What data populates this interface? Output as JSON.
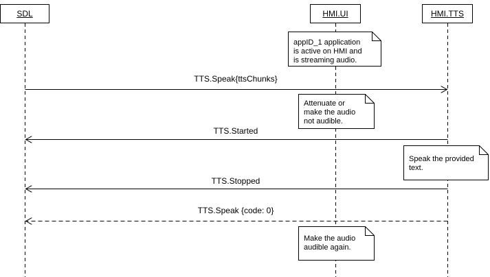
{
  "participants": {
    "sdl": "SDL",
    "hmi_ui": "HMI.UI",
    "hmi_tts": "HMI.TTS"
  },
  "notes": {
    "app_active": "appID_1 application\nis active on HMI and\nis streaming audio.",
    "attenuate": "Attenuate or\nmake the audio\nnot audible.",
    "speak_text": "Speak the provided\ntext.",
    "audible_again": "Make the audio\naudible again."
  },
  "messages": {
    "tts_speak_request": "TTS.Speak{ttsChunks}",
    "tts_started": "TTS.Started",
    "tts_stopped": "TTS.Stopped",
    "tts_speak_response": "TTS.Speak {code: 0}"
  },
  "colors": {
    "line": "#000000",
    "background": "#ffffff"
  }
}
